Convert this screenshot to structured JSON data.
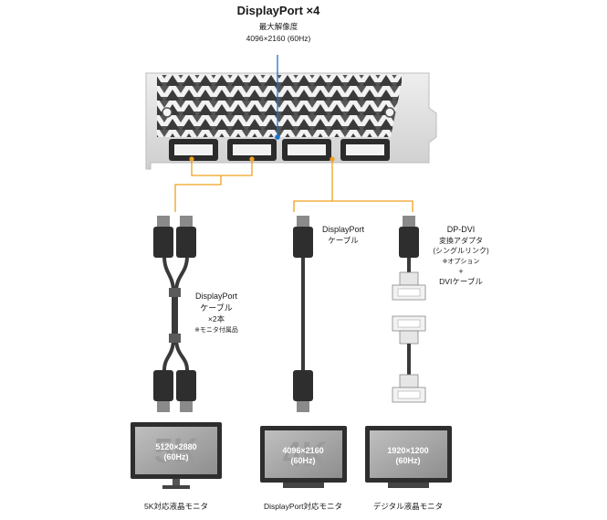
{
  "header": {
    "title": "DisplayPort ×4",
    "subtitle": "最大解像度",
    "resolution": "4096×2160 (60Hz)"
  },
  "cables": {
    "left": {
      "name": "DisplayPort",
      "line2": "ケーブル",
      "count": "×2本",
      "note": "※モニタ付属品"
    },
    "middle": {
      "name": "DisplayPort",
      "line2": "ケーブル"
    },
    "right": {
      "line1": "DP-DVI",
      "line2": "変換アダプタ",
      "line3": "(シングルリンク)",
      "line4": "※オプション",
      "plus": "+",
      "line5": "DVIケーブル"
    }
  },
  "monitors": [
    {
      "watermark": "5K",
      "res": "5120×2880",
      "hz": "(60Hz)",
      "label": "5K対応液晶モニタ"
    },
    {
      "watermark": "4K",
      "res": "4096×2160",
      "hz": "(60Hz)",
      "label": "DisplayPort対応モニタ"
    },
    {
      "watermark": "",
      "res": "1920×1200",
      "hz": "(60Hz)",
      "label": "デジタル液晶モニタ"
    }
  ],
  "colors": {
    "connector_line": "#f0a020",
    "pointer_line": "#1a72c8",
    "bracket": "#d8d8d8",
    "panel": "#2e2e2e",
    "cable": "#3a3a3a"
  }
}
